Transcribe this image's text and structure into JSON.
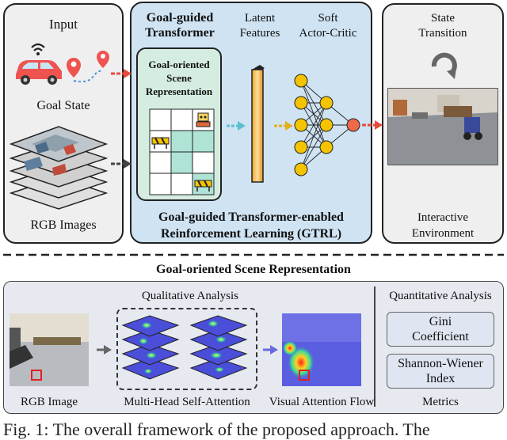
{
  "top": {
    "input": {
      "title": "Input",
      "goal_state_label": "Goal State",
      "rgb_images_label": "RGB Images"
    },
    "transformer": {
      "title_line1": "Goal-guided",
      "title_line2": "Transformer",
      "latent_line1": "Latent",
      "latent_line2": "Features",
      "sac_line1": "Soft",
      "sac_line2": "Actor-Critic",
      "scene_line1": "Goal-oriented",
      "scene_line2": "Scene",
      "scene_line3": "Representation",
      "bottom_line1": "Goal-guided Transformer-enabled",
      "bottom_line2": "Reinforcement Learning (GTRL)"
    },
    "state": {
      "title_line1": "State",
      "title_line2": "Transition",
      "bottom_line1": "Interactive",
      "bottom_line2": "Environment"
    }
  },
  "section_title": "Goal-oriented Scene Representation",
  "bottom": {
    "qualitative_title": "Qualitative Analysis",
    "quantitative_title": "Quantitative Analysis",
    "rgb_image_label": "RGB Image",
    "mhsa_label": "Multi-Head Self-Attention",
    "vaf_label": "Visual Attention Flow",
    "gini_line1": "Gini",
    "gini_line2": "Coefficient",
    "sw_line1": "Shannon-Wiener",
    "sw_line2": "Index",
    "metrics_label": "Metrics"
  },
  "caption_fragment": "Fig. 1: The overall framework of the proposed approach. The",
  "colors": {
    "panel_gray": "#f0f0f0",
    "panel_blue": "#cfe3f3",
    "scene_green": "#d4ede0",
    "red_arrow": "#e8493b",
    "cyan_arrow": "#5bc0d0",
    "neuron": "#f5c400",
    "output_neuron": "#ef6a4a"
  }
}
